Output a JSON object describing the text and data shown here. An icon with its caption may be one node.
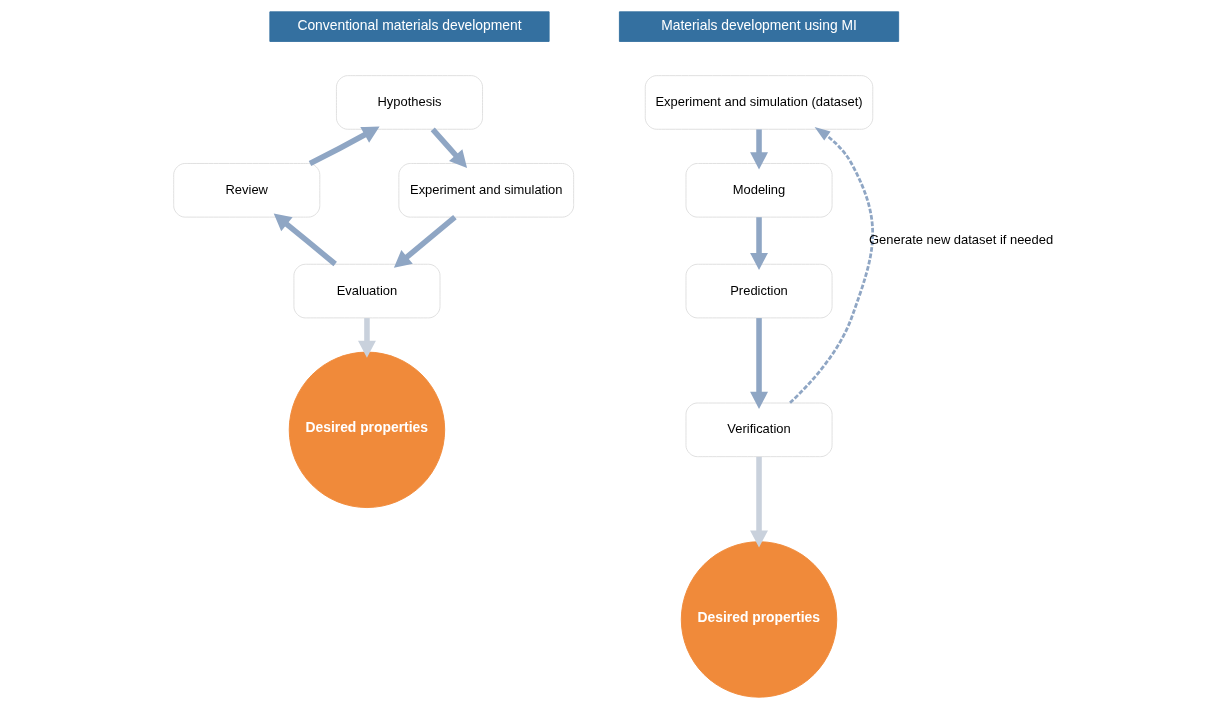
{
  "diagram": {
    "nodes": [
      {
        "text": [
          "Conventional materials development"
        ]
      },
      {
        "text": [
          "Hypothesis"
        ]
      },
      {
        "text": [
          "Experiment and simulation"
        ]
      },
      {
        "text": [
          "Evaluation"
        ]
      },
      {
        "text": [
          "Review"
        ]
      },
      {
        "text": [
          "Desired properties"
        ]
      },
      {
        "text": [
          "Materials development using MI"
        ]
      },
      {
        "text": [
          "Experiment and simulation (dataset)"
        ]
      },
      {
        "text": [
          "Modeling"
        ]
      },
      {
        "text": [
          "Prediction"
        ]
      },
      {
        "text": [
          "Verification"
        ]
      },
      {
        "text": [
          "Desired properties"
        ]
      }
    ],
    "edges": [
      {
        "from": 1,
        "to": 2,
        "arrow": "to"
      },
      {
        "from": 2,
        "to": 3,
        "arrow": "to"
      },
      {
        "from": 3,
        "to": 4,
        "arrow": "to"
      },
      {
        "from": 4,
        "to": 1,
        "arrow": "to"
      },
      {
        "from": 3,
        "to": 5,
        "arrow": "to",
        "color": "#c9d1dc"
      },
      {
        "from": 7,
        "to": 8,
        "arrow": "to"
      },
      {
        "from": 8,
        "to": 9,
        "arrow": "to"
      },
      {
        "from": 9,
        "to": 10,
        "arrow": "to"
      },
      {
        "from": 10,
        "to": 7,
        "arrow": "to",
        "style": "dashed",
        "label": "Generate new dataset if needed"
      },
      {
        "from": 10,
        "to": 11,
        "arrow": "to",
        "color": "#c9d1dc"
      }
    ]
  }
}
